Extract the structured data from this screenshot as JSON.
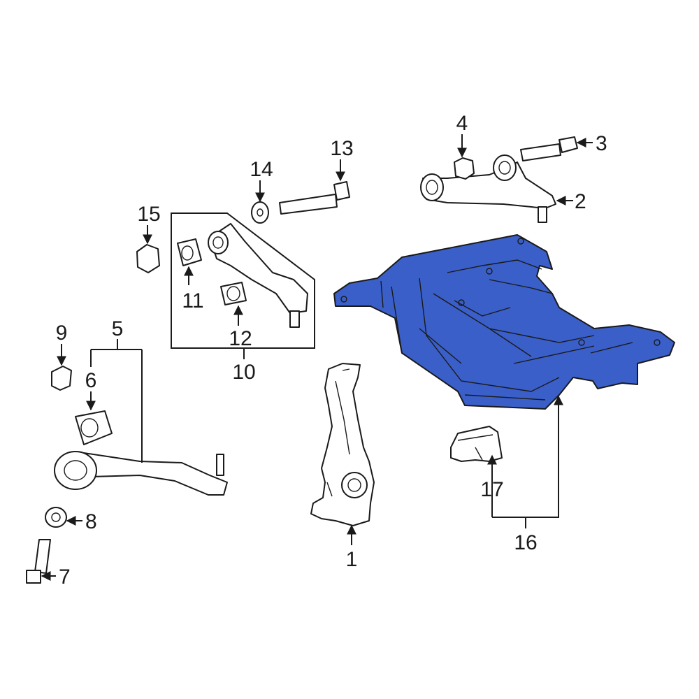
{
  "colors": {
    "highlight": "#3a5fc8",
    "outline": "#1a1a1a",
    "background": "#ffffff"
  },
  "callouts": {
    "c1": "1",
    "c2": "2",
    "c3": "3",
    "c4": "4",
    "c5": "5",
    "c6": "6",
    "c7": "7",
    "c8": "8",
    "c9": "9",
    "c10": "10",
    "c11": "11",
    "c12": "12",
    "c13": "13",
    "c14": "14",
    "c15": "15",
    "c16": "16",
    "c17": "17"
  }
}
